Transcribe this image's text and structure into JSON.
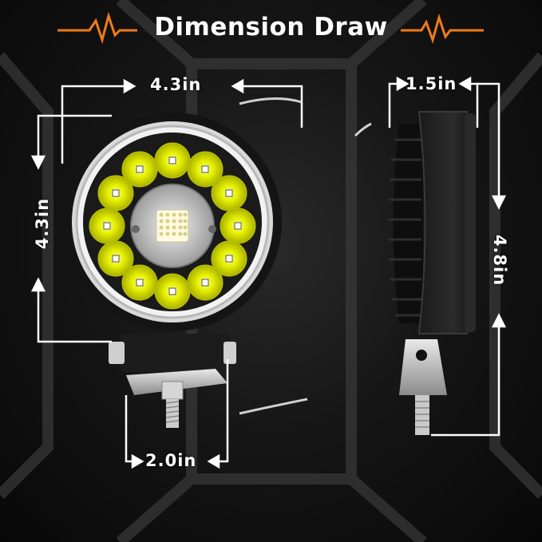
{
  "title": "Dimension Draw",
  "dimensions": {
    "front_width": "4.3in",
    "front_height": "4.3in",
    "bracket_width": "2.0in",
    "side_depth": "1.5in",
    "side_height": "4.8in"
  },
  "colors": {
    "accent": "#f07a1a",
    "lines": "#ffffff",
    "led": "#e8f000",
    "background": "#111111"
  }
}
